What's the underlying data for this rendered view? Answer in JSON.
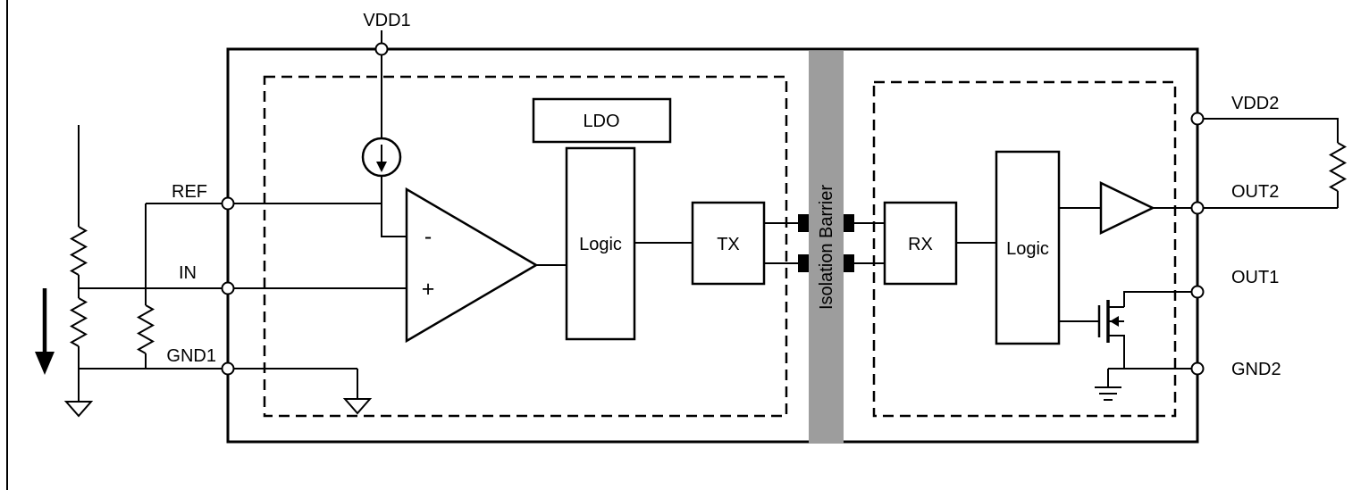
{
  "diagram": {
    "colors": {
      "line": "#000000",
      "background": "#ffffff",
      "barrier_fill": "#9d9d9d"
    },
    "chip": {
      "pins": {
        "top": {
          "vdd1": "VDD1"
        },
        "left": {
          "ref": "REF",
          "in": "IN",
          "gnd1": "GND1"
        },
        "right": {
          "vdd2": "VDD2",
          "out2": "OUT2",
          "out1": "OUT1",
          "gnd2": "GND2"
        }
      },
      "left_die": {
        "blocks": {
          "ldo": "LDO",
          "logic": "Logic",
          "tx": "TX"
        },
        "opamp": {
          "minus_label": "-",
          "plus_label": "+"
        }
      },
      "isolation_barrier": {
        "label": "Isolation Barrier",
        "fill": "#9d9d9d"
      },
      "right_die": {
        "blocks": {
          "rx": "RX",
          "logic": "Logic"
        }
      }
    }
  }
}
